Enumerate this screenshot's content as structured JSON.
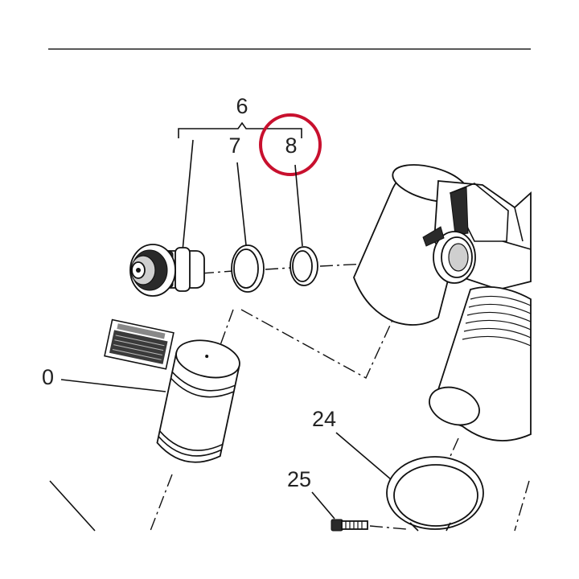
{
  "callouts": {
    "c6": "6",
    "c7": "7",
    "c8": "8",
    "c10": "0",
    "c24": "24",
    "c25": "25"
  },
  "highlight": {
    "target": "8",
    "color": "#c8102e"
  },
  "icons": {
    "valve": "valve-assembly-icon",
    "oring7": "o-ring-icon",
    "oring8": "o-ring-icon",
    "label": "warning-label-icon",
    "canister": "canister-icon",
    "body": "pump-body-icon",
    "clamp": "clamp-ring-icon",
    "screw": "screw-icon"
  }
}
